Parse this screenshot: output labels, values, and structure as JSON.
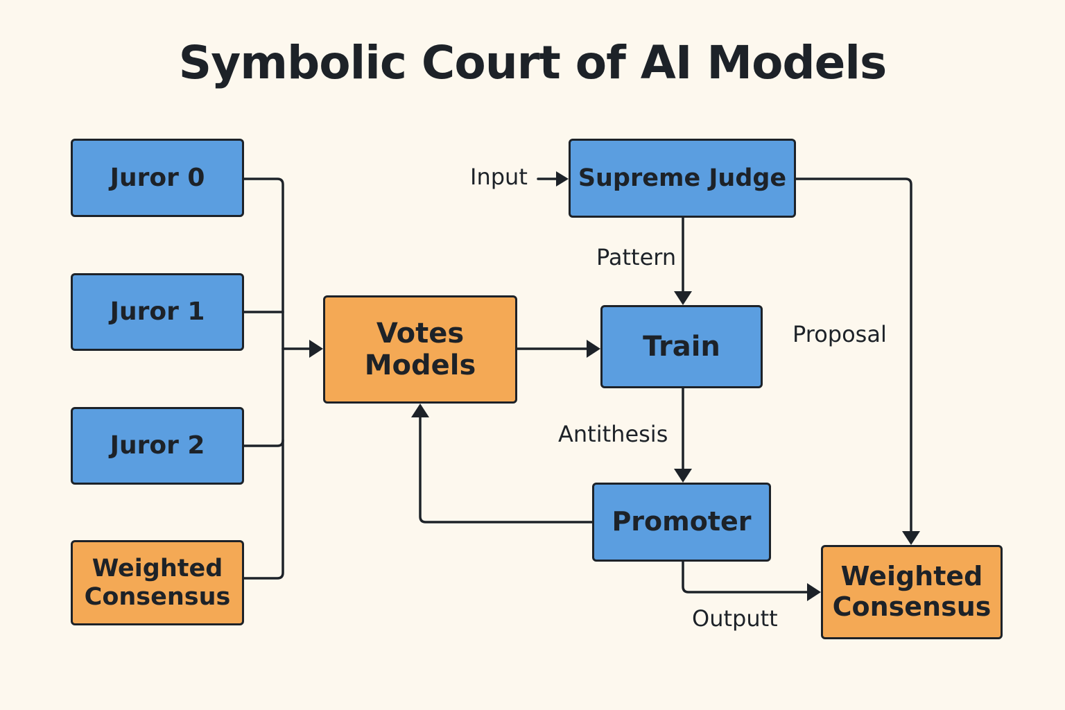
{
  "title": "Symbolic Court of AI Models",
  "nodes": {
    "juror0": "Juror 0",
    "juror1": "Juror 1",
    "juror2": "Juror 2",
    "weighted_left": "Weighted Consensus",
    "votes": "Votes Models",
    "supreme": "Supreme Judge",
    "train": "Train",
    "promoter": "Promoter",
    "weighted_right": "Weighted Consensus"
  },
  "edge_labels": {
    "input": "Input",
    "pattern": "Pattern",
    "proposal": "Proposal",
    "antithesis": "Antithesis",
    "output": "Outputt"
  },
  "colors": {
    "blue": "#5b9ee0",
    "orange": "#f4a955",
    "ink": "#1d2228",
    "background": "#fdf8ee"
  }
}
